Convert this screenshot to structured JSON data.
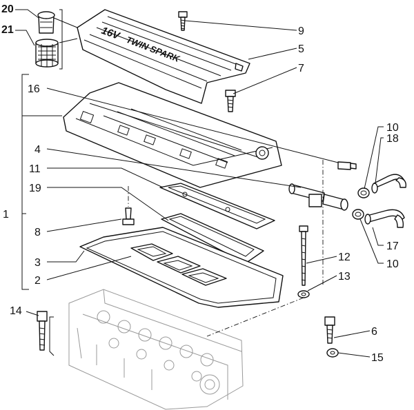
{
  "cover_lettering": {
    "code": "16V",
    "name": "TWIN SPARK"
  },
  "callouts": [
    {
      "id": "20",
      "label": "20"
    },
    {
      "id": "21",
      "label": "21"
    },
    {
      "id": "9",
      "label": "9"
    },
    {
      "id": "5",
      "label": "5"
    },
    {
      "id": "7",
      "label": "7"
    },
    {
      "id": "16",
      "label": "16"
    },
    {
      "id": "10a",
      "label": "10"
    },
    {
      "id": "18",
      "label": "18"
    },
    {
      "id": "4",
      "label": "4"
    },
    {
      "id": "11",
      "label": "11"
    },
    {
      "id": "19",
      "label": "19"
    },
    {
      "id": "1",
      "label": "1"
    },
    {
      "id": "8",
      "label": "8"
    },
    {
      "id": "17",
      "label": "17"
    },
    {
      "id": "10b",
      "label": "10"
    },
    {
      "id": "3",
      "label": "3"
    },
    {
      "id": "12",
      "label": "12"
    },
    {
      "id": "2",
      "label": "2"
    },
    {
      "id": "13",
      "label": "13"
    },
    {
      "id": "14",
      "label": "14"
    },
    {
      "id": "6",
      "label": "6"
    },
    {
      "id": "15",
      "label": "15"
    }
  ]
}
